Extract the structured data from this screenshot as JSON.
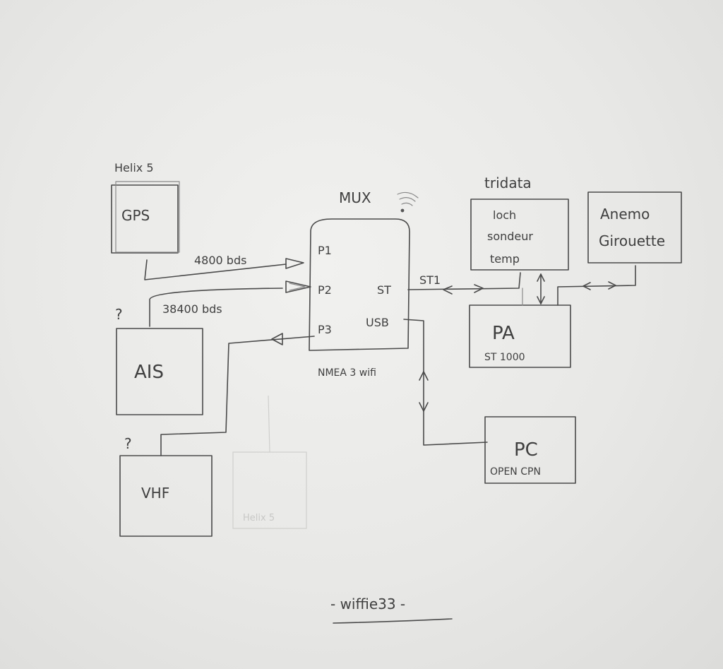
{
  "labels": {
    "helix_top": "Helix 5",
    "gps": "GPS",
    "mux": "MUX",
    "nmea": "NMEA 3 wifi",
    "p1": "P1",
    "p2": "P2",
    "p3": "P3",
    "st": "ST",
    "usb": "USB",
    "st1": "ST1",
    "baud_4800": "4800 bds",
    "baud_38400": "38400 bds",
    "q_ais": "?",
    "ais": "AIS",
    "q_vhf": "?",
    "vhf": "VHF",
    "helix_ghost": "Helix 5",
    "tridata": "tridata",
    "loch": "loch",
    "sondeur": "sondeur",
    "temp": "temp",
    "anemo": "Anemo",
    "girouette": "Girouette",
    "pa": "PA",
    "st1000": "ST 1000",
    "pc": "PC",
    "opencpn": "OPEN CPN",
    "signature": "- wiffie33 -"
  }
}
